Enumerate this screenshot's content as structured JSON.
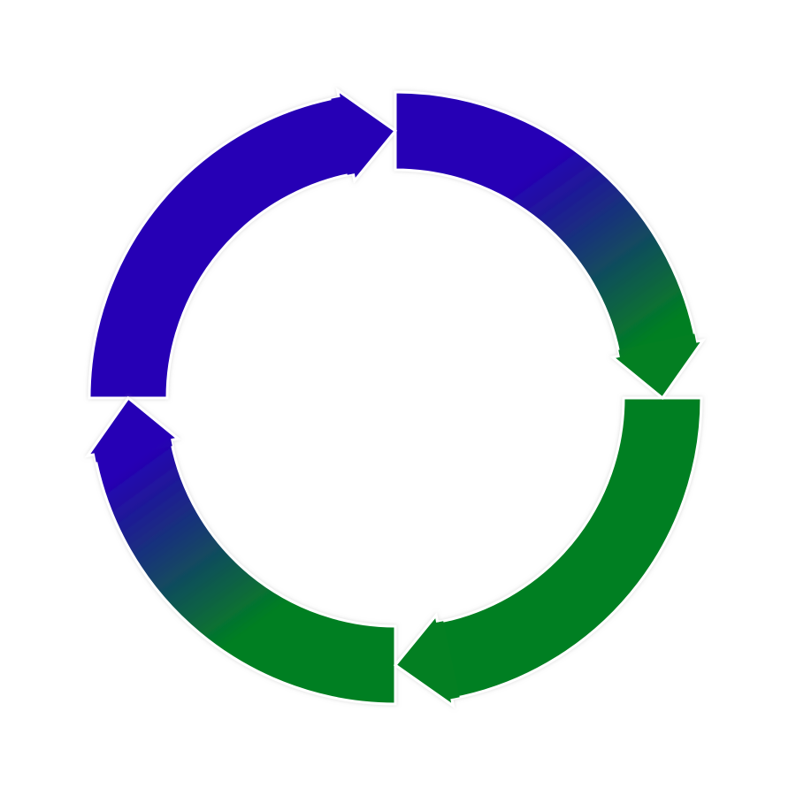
{
  "diagram": {
    "type": "cycle",
    "direction": "clockwise",
    "segment_count": 4,
    "colors": {
      "blue": "#2600b5",
      "green": "#037f22",
      "outline": "#ffffff",
      "shadow": "#bbbbbb",
      "background": "#ffffff"
    },
    "segments": [
      {
        "name": "top-left",
        "from_color": "blue",
        "to_color": "blue"
      },
      {
        "name": "top-right",
        "from_color": "blue",
        "to_color": "green"
      },
      {
        "name": "bottom-right",
        "from_color": "green",
        "to_color": "green"
      },
      {
        "name": "bottom-left",
        "from_color": "green",
        "to_color": "blue"
      }
    ]
  }
}
